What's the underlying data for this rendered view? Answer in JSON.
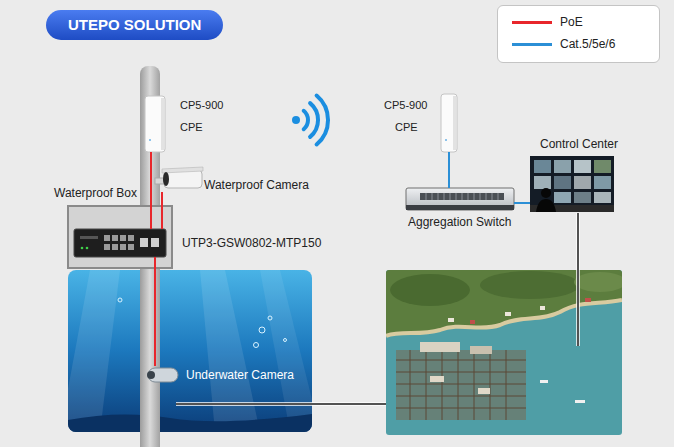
{
  "diagram": {
    "title": "UTEPO SOLUTION",
    "nodes": [
      {
        "text": [
          "CP5-900",
          "CPE"
        ]
      },
      {
        "text": [
          "Waterproof Camera"
        ]
      },
      {
        "text": [
          "Waterproof Box"
        ]
      },
      {
        "text": [
          "UTP3-GSW0802-MTP150"
        ],
        "in": 2
      },
      {
        "text": [
          "Underwater Camera"
        ]
      },
      {
        "text": [
          "CP5-900",
          "CPE"
        ]
      },
      {
        "text": [
          "Aggregation Switch"
        ]
      },
      {
        "text": [
          "Control Center"
        ]
      }
    ],
    "edges": [
      {
        "from": 0,
        "to": 3,
        "arrow": "none"
      },
      {
        "from": 1,
        "to": 3,
        "arrow": "none"
      },
      {
        "from": 3,
        "to": 4,
        "arrow": "none"
      },
      {
        "from": 5,
        "to": 6,
        "arrow": "none"
      },
      {
        "from": 6,
        "to": 7,
        "arrow": "none"
      }
    ],
    "legend": [
      {
        "text": "PoE",
        "color": "#e8262b"
      },
      {
        "text": "Cat.5/5e/6",
        "color": "#2b8fd6"
      }
    ]
  }
}
